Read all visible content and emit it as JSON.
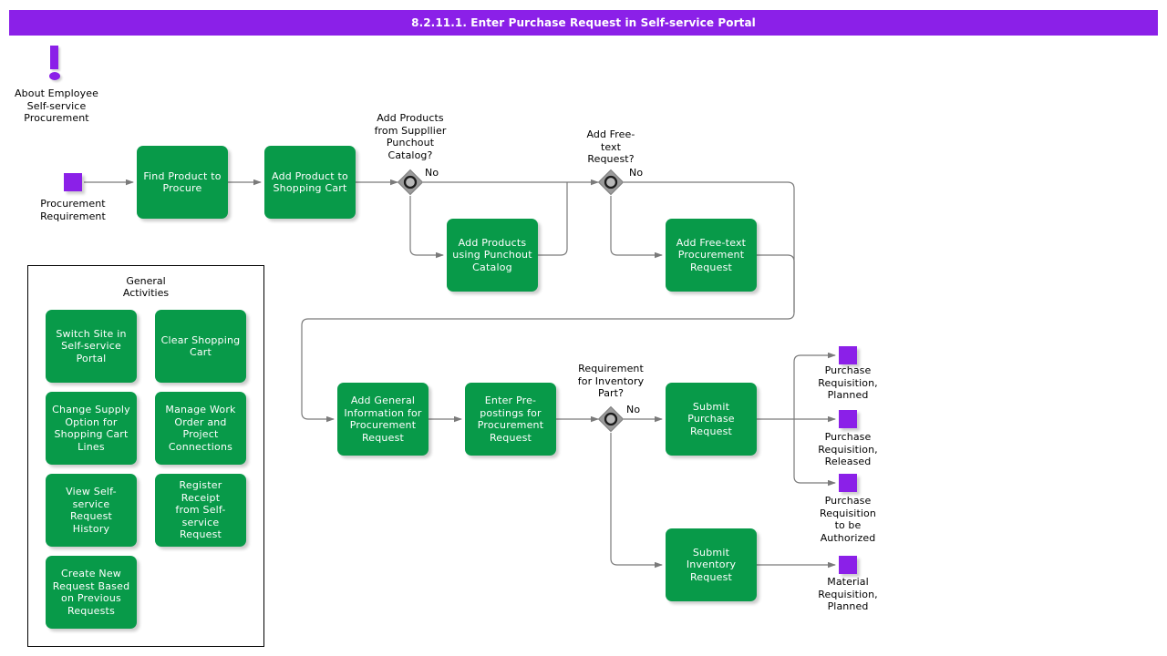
{
  "header": {
    "title": "8.2.11.1. Enter Purchase Request in Self-service Portal",
    "bar_color": "#8B20E8",
    "text_color": "#FFFFFF"
  },
  "theme": {
    "task_color": "#089A49",
    "task_text_color": "#FFFFFF",
    "event_color": "#8B20E8",
    "gateway_fill": "#9A9A9A",
    "gateway_stroke": "#4D4D4D",
    "connector_color": "#7A7A7A",
    "background": "#FFFFFF"
  },
  "annotation": {
    "icon": "exclamation-mark-icon",
    "label": "About Employee\nSelf-service\nProcurement"
  },
  "start_event": {
    "name": "start-event-procurement-requirement",
    "label": "Procurement\nRequirement"
  },
  "tasks": [
    {
      "id": "find-product-to-procure",
      "label": "Find Product to\nProcure"
    },
    {
      "id": "add-product-to-shopping-cart",
      "label": "Add Product to\nShopping Cart"
    },
    {
      "id": "add-products-using-punchout-catalog",
      "label": "Add Products\nusing Punchout\nCatalog"
    },
    {
      "id": "add-free-text-procurement-request",
      "label": "Add Free-text\nProcurement\nRequest"
    },
    {
      "id": "add-general-information-for-procurement-request",
      "label": "Add General\nInformation for\nProcurement\nRequest"
    },
    {
      "id": "enter-pre-postings-for-procurement-request",
      "label": "Enter Pre-\npostings for\nProcurement\nRequest"
    },
    {
      "id": "submit-purchase-request",
      "label": "Submit Purchase\nRequest"
    },
    {
      "id": "submit-inventory-request",
      "label": "Submit\nInventory\nRequest"
    }
  ],
  "gateways": [
    {
      "id": "gateway-supplier-punchout-catalog",
      "question": "Add Products\nfrom Suppllier\nPunchout\nCatalog?",
      "no_label": "No"
    },
    {
      "id": "gateway-free-text-request",
      "question": "Add Free-\ntext\nRequest?",
      "no_label": "No"
    },
    {
      "id": "gateway-requirement-inventory-part",
      "question": "Requirement\nfor Inventory\nPart?",
      "no_label": "No"
    }
  ],
  "end_events": [
    {
      "id": "end-event-purchase-requisition-planned",
      "label": "Purchase\nRequisition,\nPlanned"
    },
    {
      "id": "end-event-purchase-requisition-released",
      "label": "Purchase\nRequisition,\nReleased"
    },
    {
      "id": "end-event-purchase-requisition-to-be-authorized",
      "label": "Purchase\nRequisition\nto be\nAuthorized"
    },
    {
      "id": "end-event-material-requisition-planned",
      "label": "Material\nRequisition,\nPlanned"
    }
  ],
  "general_activities": {
    "title": "General\nActivities",
    "items": [
      {
        "id": "switch-site-in-self-service-portal",
        "label": "Switch Site in\nSelf-service\nPortal"
      },
      {
        "id": "clear-shopping-cart",
        "label": "Clear Shopping\nCart"
      },
      {
        "id": "change-supply-option-for-shopping-cart-lines",
        "label": "Change Supply\nOption for\nShopping Cart\nLines"
      },
      {
        "id": "manage-work-order-and-project-connections",
        "label": "Manage Work\nOrder and\nProject\nConnections"
      },
      {
        "id": "view-self-service-request-history",
        "label": "View Self-\nservice Request\nHistory"
      },
      {
        "id": "register-receipt-from-self-service-request",
        "label": "Register Receipt\nfrom Self-\nservice Request"
      },
      {
        "id": "create-new-request-based-on-previous-requests",
        "label": "Create New\nRequest Based\non Previous\nRequests"
      }
    ]
  }
}
